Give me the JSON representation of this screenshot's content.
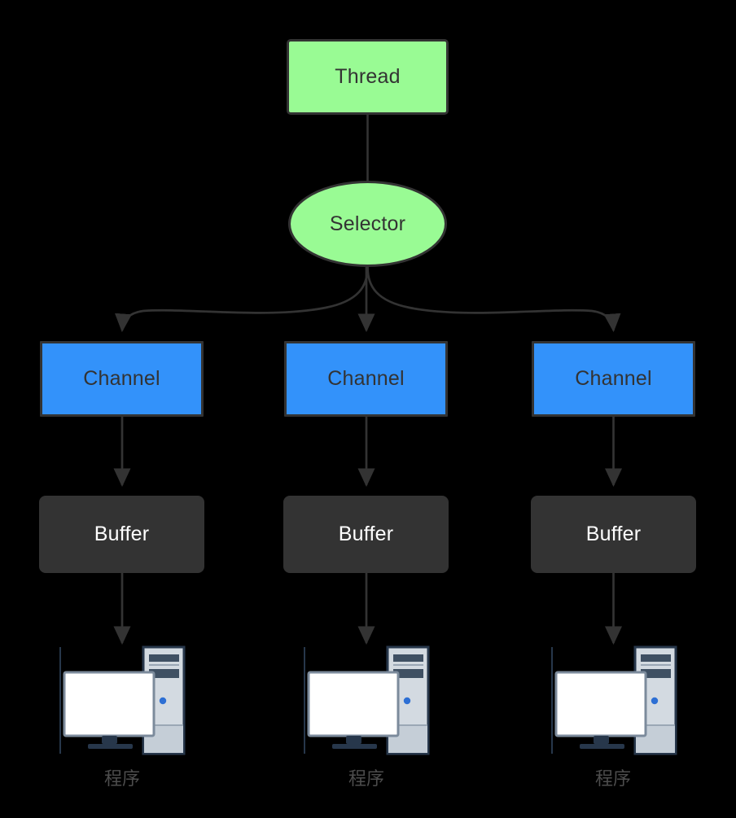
{
  "diagram": {
    "title_node": {
      "label": "Thread",
      "shape": "rounded-rect",
      "fill": "#99FB94",
      "stroke": "#333333"
    },
    "selector_node": {
      "label": "Selector",
      "shape": "ellipse",
      "fill": "#99FB94",
      "stroke": "#333333"
    },
    "channels": [
      {
        "label": "Channel"
      },
      {
        "label": "Channel"
      },
      {
        "label": "Channel"
      }
    ],
    "buffers": [
      {
        "label": "Buffer"
      },
      {
        "label": "Buffer"
      },
      {
        "label": "Buffer"
      }
    ],
    "programs": [
      {
        "caption": "程序",
        "icon": "desktop-computer-icon"
      },
      {
        "caption": "程序",
        "icon": "desktop-computer-icon"
      },
      {
        "caption": "程序",
        "icon": "desktop-computer-icon"
      }
    ],
    "colors": {
      "background": "#000000",
      "green_fill": "#99FB94",
      "blue_fill": "#3392FA",
      "dark_fill": "#333333",
      "edge_stroke": "#333333",
      "buffer_text": "#FFFFFF",
      "caption_text": "#4D4D4D",
      "monitor_frame": "#27374B",
      "tower_body": "#D3DAE1",
      "tower_accent": "#3F5063",
      "tower_led": "#2D6FD4"
    },
    "edges": [
      {
        "from": "Thread",
        "to": "Selector",
        "arrow": false
      },
      {
        "from": "Selector",
        "to": "Channel 1",
        "arrow": true
      },
      {
        "from": "Selector",
        "to": "Channel 2",
        "arrow": true
      },
      {
        "from": "Selector",
        "to": "Channel 3",
        "arrow": true
      },
      {
        "from": "Channel 1",
        "to": "Buffer 1",
        "arrow": true
      },
      {
        "from": "Channel 2",
        "to": "Buffer 2",
        "arrow": true
      },
      {
        "from": "Channel 3",
        "to": "Buffer 3",
        "arrow": true
      },
      {
        "from": "Buffer 1",
        "to": "Program 1",
        "arrow": true
      },
      {
        "from": "Buffer 2",
        "to": "Program 2",
        "arrow": true
      },
      {
        "from": "Buffer 3",
        "to": "Program 3",
        "arrow": true
      }
    ]
  }
}
